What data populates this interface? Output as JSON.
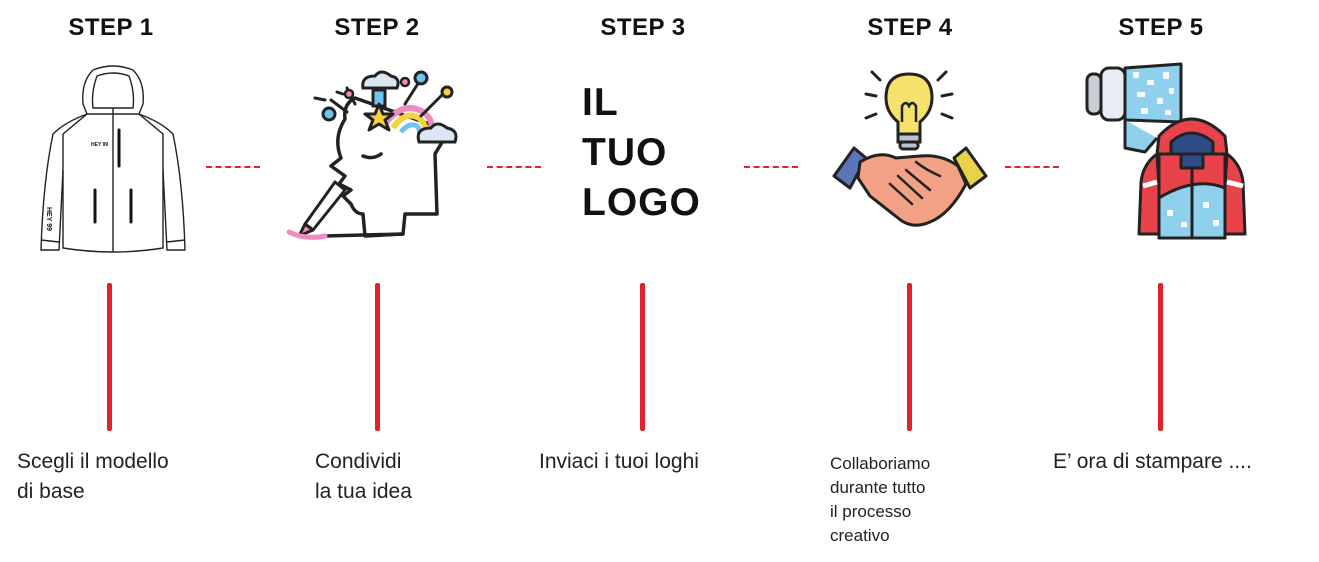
{
  "steps": [
    {
      "title": "STEP 1",
      "icon": "jacket-outline-icon",
      "description_lines": [
        "Scegli il modello",
        "di base"
      ]
    },
    {
      "title": "STEP 2",
      "icon": "creative-head-icon",
      "description_lines": [
        "Condividi",
        "la tua idea"
      ]
    },
    {
      "title": "STEP 3",
      "icon": "logo-text",
      "logo_lines": [
        "IL",
        "TUO",
        "LOGO"
      ],
      "description_lines": [
        "Inviaci i tuoi loghi"
      ]
    },
    {
      "title": "STEP 4",
      "icon": "handshake-lightbulb-icon",
      "description_lines": [
        "Collaboriamo",
        "durante tutto",
        "il processo",
        "creativo"
      ]
    },
    {
      "title": "STEP 5",
      "icon": "printed-jacket-icon",
      "description_lines": [
        "E’ ora di stampare ...."
      ]
    }
  ],
  "jacket_brand": "HEY 99",
  "colors": {
    "accent": "#e2222a",
    "text": "#111111"
  }
}
